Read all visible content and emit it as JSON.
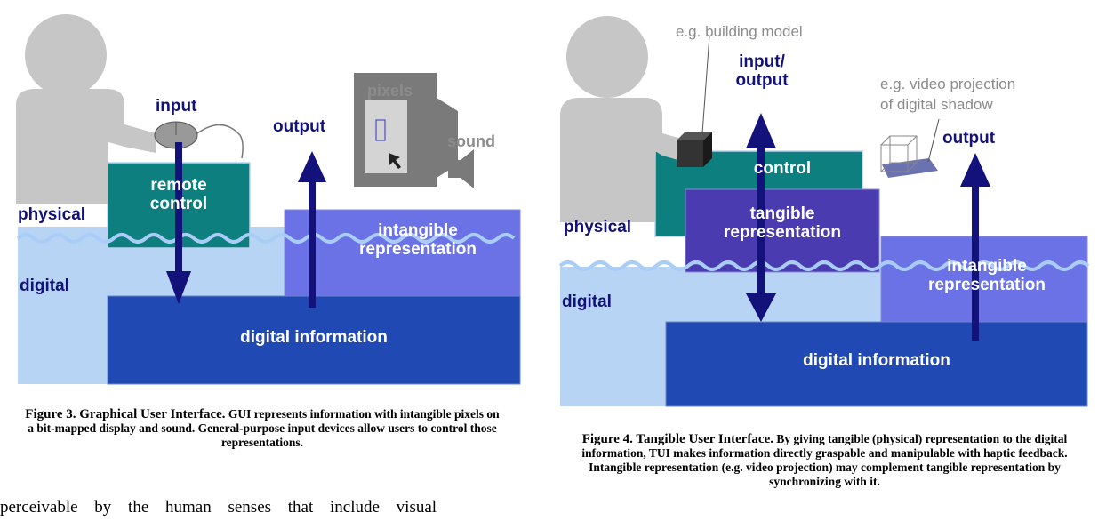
{
  "figure3": {
    "labels": {
      "input": "input",
      "pixels": "pixels",
      "output": "output",
      "sound": "sound",
      "remote_control": "remote\ncontrol",
      "physical": "physical",
      "digital": "digital",
      "intangible_representation": "intangible\nrepresentation",
      "digital_information": "digital information"
    },
    "caption": {
      "title": "Figure 3.  Graphical User Interface.",
      "text": "GUI represents information with intangible pixels on a bit-mapped display and sound. General-purpose input devices allow users to control those representations."
    }
  },
  "figure4": {
    "labels": {
      "building_model": "e.g. building model",
      "input_output": "input/\noutput",
      "video_projection": "e.g. video projection\nof digital shadow",
      "output": "output",
      "control": "control",
      "physical": "physical",
      "tangible_representation": "tangible\nrepresentation",
      "intangible_representation": "intangible\nrepresentation",
      "digital": "digital",
      "digital_information": "digital information"
    },
    "caption": {
      "title": "Figure 4. Tangible User Interface.",
      "text": "By giving tangible (physical) representation to the digital information, TUI makes information directly graspable and manipulable with haptic feedback. Intangible representation (e.g. video projection) may complement tangible representation by synchronizing with it."
    }
  },
  "body_text": "perceivable by the human senses that include visual",
  "colors": {
    "navy": "#12127a",
    "light_blue": "#b8d4f5",
    "teal": "#0e7f7f",
    "intangible_purple": "#6a72e6",
    "digital_blue": "#2149b4",
    "tangible_purple": "#4a3cb0",
    "grey_silhouette": "#c6c6c6"
  }
}
